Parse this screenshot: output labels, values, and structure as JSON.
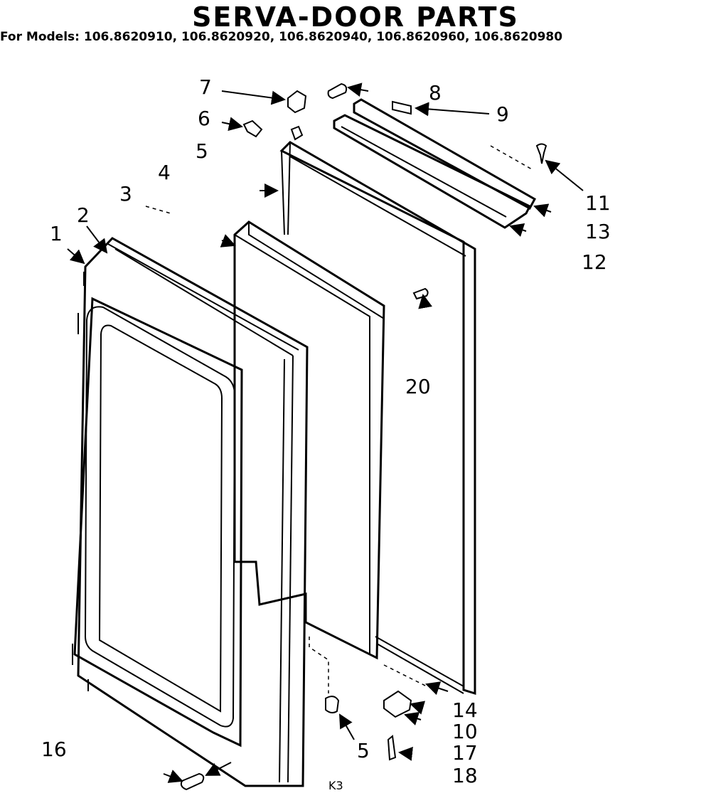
{
  "header": {
    "title": "SERVA-DOOR PARTS",
    "models": "For Models: 106.8620910, 106.8620920, 106.8620940, 106.8620960, 106.8620980"
  },
  "callouts": [
    "1",
    "2",
    "3",
    "4",
    "5",
    "6",
    "7",
    "8",
    "9",
    "11",
    "13",
    "12",
    "20",
    "16",
    "5",
    "14",
    "10",
    "17",
    "18"
  ],
  "footer_mark": "K3"
}
